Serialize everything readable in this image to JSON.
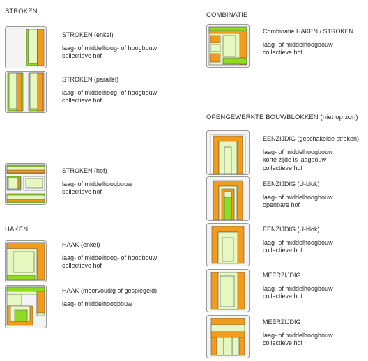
{
  "colors": {
    "orange": "#f39b1c",
    "lightgreen": "#e6f7bf",
    "green": "#8fdc1f",
    "frame": "#9a9a9a",
    "plot": "#f4f4f4"
  },
  "headings": {
    "stroken": "STROKEN",
    "haken": "HAKEN",
    "combinatie": "COMBINATIE",
    "opengewerkte": "OPENGEWERKTE BOUWBLOKKEN (niet op zon)"
  },
  "entries": [
    {
      "icon": "strip-enkel",
      "title": "STROKEN (enkel)",
      "desc": [
        "laag- of middelhoog- of hoogbouw",
        "collectieve hof"
      ]
    },
    {
      "icon": "strip-parallel",
      "title": "STROKEN (parallel)",
      "desc": [
        "laag- of middelhoog- of hoogbouw",
        "collectieve hof"
      ]
    },
    {
      "icon": "strip-hof",
      "title": "STROKEN (hof)",
      "desc": [
        "laag- of middelhoogbouw",
        "collectieve hof"
      ]
    },
    {
      "icon": "hook-enkel",
      "title": "HAAK (enkel)",
      "desc": [
        "laag- of middelhoog- of hoogbouw",
        "collectieve hof"
      ]
    },
    {
      "icon": "hook-multi",
      "title": "HAAK (meervoudig of gespiegeld)",
      "desc": [
        "laag- of middelhoogbouw"
      ]
    },
    {
      "icon": "combination",
      "title": "Combinatie HAKEN / STROKEN",
      "desc": [
        "laag- of middelhoogbouw",
        "collectieve hof"
      ]
    },
    {
      "icon": "eenzijdig-strip",
      "title": "EENZIJDIG (geschakelde stroken)",
      "desc": [
        "laag- of middelhoogbouw",
        "korte zijde is laagbouw",
        "collectieve hof"
      ]
    },
    {
      "icon": "u-open",
      "title": "EENZIJDIG (U-blok)",
      "desc": [
        "laag- of middelhoogbouw",
        "openbare hof"
      ]
    },
    {
      "icon": "u-coll",
      "title": "EENZIJDIG (U-blok)",
      "desc": [
        "laag- of middelhoogbouw",
        "collectieve hof"
      ]
    },
    {
      "icon": "meer-1",
      "title": "MEERZIJDIG",
      "desc": [
        "laag- of middelhoogbouw",
        "collectieve hof"
      ]
    },
    {
      "icon": "meer-2",
      "title": "MEERZIJDIG",
      "desc": [
        "laag- of middelhoogbouw",
        "collectieve hof"
      ]
    }
  ]
}
